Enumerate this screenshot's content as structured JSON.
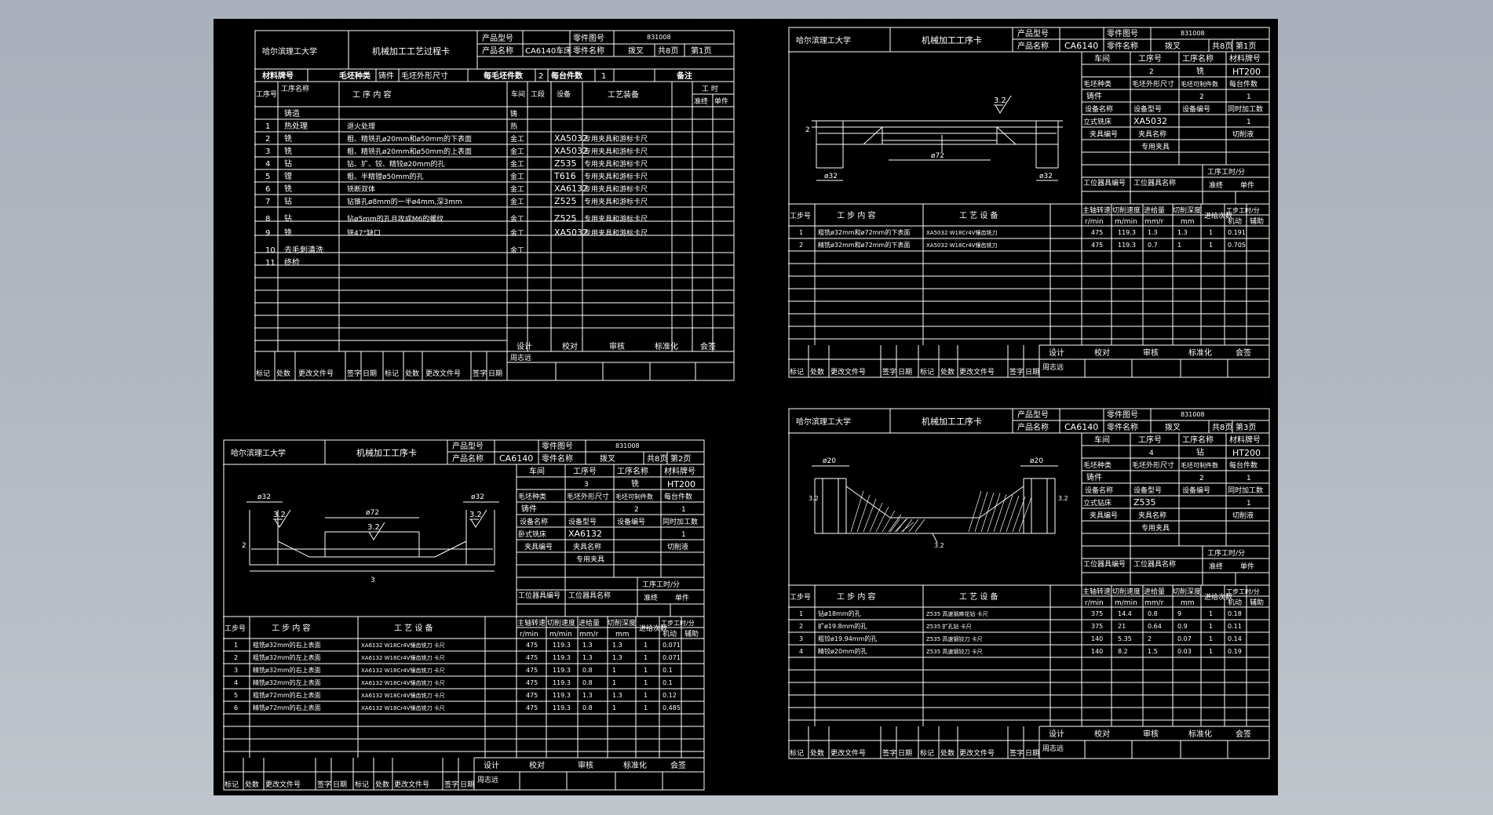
{
  "common": {
    "univ": "哈尔滨理工大学",
    "product_model_label": "产品型号",
    "product_name_label": "产品名称",
    "part_no_label": "零件图号",
    "part_name_label": "零件名称",
    "part_no": "831008",
    "part_name": "拨叉",
    "product_name": "CA6140",
    "total_pages": "共8页",
    "designer": "周志远",
    "workshop_label": "车间",
    "op_no_label": "工序号",
    "op_name_label": "工序名称",
    "material_label": "材料牌号",
    "material": "HT200",
    "blank_kind_label": "毛坯种类",
    "blank_dim_label": "毛坯外形尺寸",
    "blank_parts_label": "毛坯可制件数",
    "per_part_label": "每台件数",
    "blank_kind": "铸件",
    "equip_name_label": "设备名称",
    "equip_model_label": "设备型号",
    "equip_no_label": "设备编号",
    "simul_label": "同时加工数",
    "fixture_no_label": "夹具编号",
    "fixture_name_label": "夹具名称",
    "coolant_label": "切削液",
    "fixture_name": "专用夹具",
    "station_no_label": "工位器具编号",
    "station_name_label": "工位器具名称",
    "op_time_label": "工序工时/分",
    "prep_label": "准终",
    "unit_label": "单件",
    "step_no_label": "工步号",
    "step_content_label": "工 步 内 容",
    "step_equip_label": "工 艺 设 备",
    "spindle_label": "主轴转速",
    "cut_speed_label": "切削速度",
    "feed_label": "进给量",
    "depth_label": "切削深度",
    "passes_label": "进给次数",
    "step_time_label": "工步工时/分",
    "rpm_unit": "r/min",
    "mpm_unit": "m/min",
    "mmr_unit": "mm/r",
    "mm_unit": "mm",
    "basic_label": "机动",
    "aux_label": "辅助",
    "sign": {
      "design": "设计",
      "check": "校对",
      "review": "审核",
      "standard": "标准化",
      "sign": "会签"
    },
    "mark_row": [
      "标记",
      "处数",
      "更改文件号",
      "签字",
      "日期",
      "标记",
      "处数",
      "更改文件号",
      "签字",
      "日期"
    ]
  },
  "process_card": {
    "title": "机械加工工艺过程卡",
    "product_name": "CA6140车床",
    "page": "第1页",
    "material_no_label": "材料牌号",
    "blank_kind_label": "毛坯种类",
    "blank_kind": "铸件",
    "blank_dim_label": "毛坯外形尺寸",
    "blank_parts_label": "每毛坯件数",
    "blank_parts": "2",
    "per_unit_label": "每台件数",
    "per_unit": "1",
    "note_label": "备注",
    "header": {
      "op_no": "工序号",
      "op_name": "工序名称",
      "op_content": "工 序 内 容",
      "workshop": "车间",
      "section": "工段",
      "equip": "设备",
      "tooling": "工艺装备",
      "time": "工 时",
      "prep": "准终",
      "unit": "单件"
    },
    "rows": [
      {
        "no": "",
        "name": "铸造",
        "content": "",
        "ws": "铸",
        "eq": "",
        "tool": ""
      },
      {
        "no": "1",
        "name": "热处理",
        "content": "退火处理",
        "ws": "热",
        "eq": "",
        "tool": ""
      },
      {
        "no": "2",
        "name": "铣",
        "content": "粗、精铣孔ø20mm和ø50mm的下表面",
        "ws": "金工",
        "eq": "XA5032",
        "tool": "专用夹具和游标卡尺"
      },
      {
        "no": "3",
        "name": "铣",
        "content": "粗、精铣孔ø20mm和ø50mm的上表面",
        "ws": "金工",
        "eq": "XA5032",
        "tool": "专用夹具和游标卡尺"
      },
      {
        "no": "4",
        "name": "钻",
        "content": "钻、扩、铰、精铰ø20mm的孔",
        "ws": "金工",
        "eq": "Z535",
        "tool": "专用夹具和游标卡尺"
      },
      {
        "no": "5",
        "name": "镗",
        "content": "粗、半精镗ø50mm的孔",
        "ws": "金工",
        "eq": "T616",
        "tool": "专用夹具和游标卡尺"
      },
      {
        "no": "6",
        "name": "铣",
        "content": "铣断双体",
        "ws": "金工",
        "eq": "XA6132",
        "tool": "专用夹具和游标卡尺"
      },
      {
        "no": "7",
        "name": "钻",
        "content": "钻锥孔ø8mm的一半ø4mm,深3mm",
        "ws": "金工",
        "eq": "Z525",
        "tool": "专用夹具和游标卡尺"
      },
      {
        "no": "8",
        "name": "钻",
        "content": "钻ø5mm的孔且攻成M6的螺纹",
        "ws": "金工",
        "eq": "Z525",
        "tool": "专用夹具和游标卡尺"
      },
      {
        "no": "9",
        "name": "铣",
        "content": "铣47°缺口",
        "ws": "金工",
        "eq": "XA5032",
        "tool": "专用夹具和游标卡尺"
      },
      {
        "no": "10",
        "name": "去毛刺清洗",
        "content": "",
        "ws": "金工",
        "eq": "",
        "tool": ""
      },
      {
        "no": "11",
        "name": "终检",
        "content": "",
        "ws": "",
        "eq": "",
        "tool": ""
      }
    ]
  },
  "op_card_1": {
    "title": "机械加工工序卡",
    "page": "第1页",
    "op_no": "2",
    "op_name": "铣",
    "blank_parts": "2",
    "per_part": "1",
    "equip_name": "立式铣床",
    "equip_model": "XA5032",
    "simul": "1",
    "dims": [
      "3.2",
      "ø32",
      "ø72",
      "ø32",
      "2"
    ],
    "steps": [
      {
        "no": "1",
        "content": "粗铣ø32mm和ø72mm的下表面",
        "eq": "XA5032  W18Cr4V镶齿铣刀",
        "n": "475",
        "v": "119.3",
        "f": "1.3",
        "ap": "1.3",
        "i": "1",
        "tj": "0.191"
      },
      {
        "no": "2",
        "content": "精铣ø32mm和ø72mm的下表面",
        "eq": "XA5032  W18Cr4V镶齿铣刀",
        "n": "475",
        "v": "119.3",
        "f": "0.7",
        "ap": "1",
        "i": "1",
        "tj": "0.705"
      }
    ]
  },
  "op_card_2": {
    "title": "机械加工工序卡",
    "page": "第2页",
    "op_no": "3",
    "op_name": "铣",
    "blank_parts": "2",
    "per_part": "1",
    "equip_name": "卧式铣床",
    "equip_model": "XA6132",
    "simul": "1",
    "dims": [
      "ø32",
      "ø32",
      "3.2",
      "3.2",
      "ø72",
      "3.2",
      "2",
      "3"
    ],
    "steps": [
      {
        "no": "1",
        "content": "粗铣ø32mm的右上表面",
        "eq": "XA6132  W18Cr4V镶齿铣刀  卡尺",
        "n": "475",
        "v": "119.3",
        "f": "1.3",
        "ap": "1.3",
        "i": "1",
        "tj": "0.071"
      },
      {
        "no": "2",
        "content": "粗铣ø32mm的左上表面",
        "eq": "XA6132  W18Cr4V镶齿铣刀  卡尺",
        "n": "475",
        "v": "119.3",
        "f": "1.3",
        "ap": "1.3",
        "i": "1",
        "tj": "0.071"
      },
      {
        "no": "3",
        "content": "精铣ø32mm的右上表面",
        "eq": "XA6132  W18Cr4V镶齿铣刀  卡尺",
        "n": "475",
        "v": "119.3",
        "f": "0.8",
        "ap": "1",
        "i": "1",
        "tj": "0.1"
      },
      {
        "no": "4",
        "content": "精铣ø32mm的左上表面",
        "eq": "XA6132  W18Cr4V镶齿铣刀  卡尺",
        "n": "475",
        "v": "119.3",
        "f": "0.8",
        "ap": "1",
        "i": "1",
        "tj": "0.1"
      },
      {
        "no": "5",
        "content": "粗铣ø72mm的右上表面",
        "eq": "XA6132  W18Cr4V镶齿铣刀  卡尺",
        "n": "475",
        "v": "119.3",
        "f": "1.3",
        "ap": "1.3",
        "i": "1",
        "tj": "0.12"
      },
      {
        "no": "6",
        "content": "精铣ø72mm的右上表面",
        "eq": "XA6132  W18Cr4V镶齿铣刀  卡尺",
        "n": "475",
        "v": "119.3",
        "f": "0.8",
        "ap": "1",
        "i": "1",
        "tj": "0.485"
      }
    ]
  },
  "op_card_3": {
    "title": "机械加工工序卡",
    "page": "第3页",
    "op_no": "4",
    "op_name": "钻",
    "blank_parts": "2",
    "per_part": "1",
    "equip_name": "立式钻床",
    "equip_model": "Z535",
    "simul": "1",
    "dims": [
      "ø20",
      "ø20",
      "3.2",
      "3.2",
      "3.2"
    ],
    "steps": [
      {
        "no": "1",
        "content": "钻ø18mm的孔",
        "eq": "Z535   高速钢麻花钻  卡尺",
        "n": "375",
        "v": "14.4",
        "f": "0.8",
        "ap": "9",
        "i": "1",
        "tj": "0.18"
      },
      {
        "no": "2",
        "content": "扩ø19.8mm的孔",
        "eq": "Z535   扩孔钻  卡尺",
        "n": "375",
        "v": "21",
        "f": "0.64",
        "ap": "0.9",
        "i": "1",
        "tj": "0.11"
      },
      {
        "no": "3",
        "content": "粗铰ø19.94mm的孔",
        "eq": "Z535   高速钢铰刀  卡尺",
        "n": "140",
        "v": "5.35",
        "f": "2",
        "ap": "0.07",
        "i": "1",
        "tj": "0.14"
      },
      {
        "no": "4",
        "content": "精铰ø20mm的孔",
        "eq": "Z535   高速钢铰刀  卡尺",
        "n": "140",
        "v": "8.2",
        "f": "1.5",
        "ap": "0.03",
        "i": "1",
        "tj": "0.19"
      }
    ]
  }
}
